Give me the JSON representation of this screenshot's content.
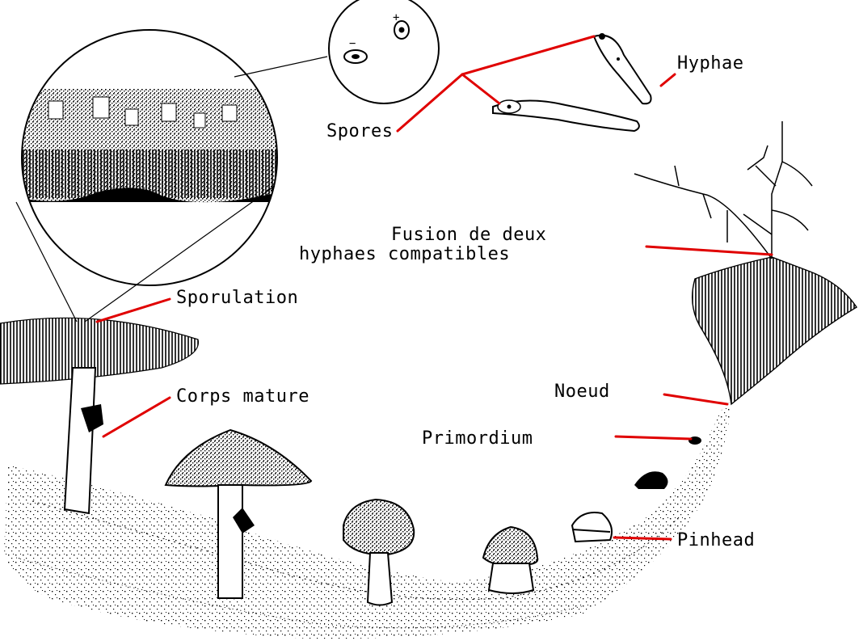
{
  "labels": {
    "hyphae": "Hyphae",
    "spores": "Spores",
    "fusion_line1": "Fusion de deux",
    "fusion_line2": "hyphaes compatibles",
    "sporulation": "Sporulation",
    "corps_mature": "Corps mature",
    "noeud": "Noeud",
    "primordium": "Primordium",
    "pinhead": "Pinhead"
  },
  "spore_charges": {
    "plus": "+",
    "minus": "−"
  },
  "colors": {
    "leader_line": "#e00000",
    "ink": "#000000",
    "background": "#ffffff"
  }
}
